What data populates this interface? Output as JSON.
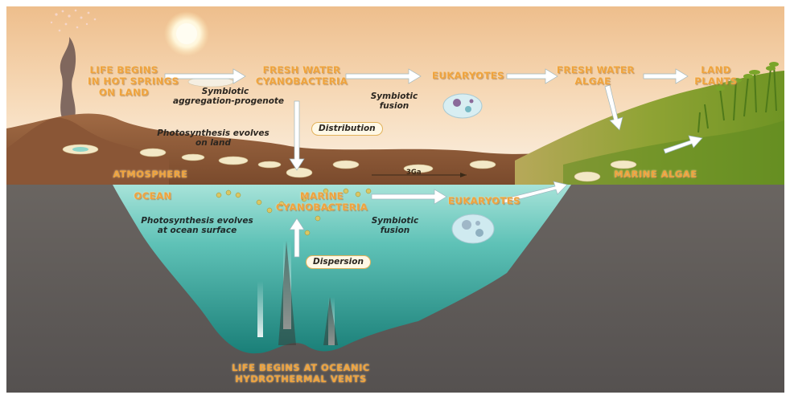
{
  "labels": {
    "life_hot_springs": [
      "LIFE BEGINS",
      "IN HOT SPRINGS",
      "ON LAND"
    ],
    "fresh_cyano": [
      "FRESH WATER",
      "CYANOBACTERIA"
    ],
    "eukaryotes_land": "EUKARYOTES",
    "fresh_algae": [
      "FRESH WATER",
      "ALGAE"
    ],
    "land_plants": [
      "LAND",
      "PLANTS"
    ],
    "atmosphere": "ATMOSPHERE",
    "marine_algae": "MARINE ALGAE",
    "ocean": "OCEAN",
    "marine_cyano": [
      "MARINE",
      "CYANOBACTERIA"
    ],
    "eukaryotes_ocean": "EUKARYOTES",
    "vents": [
      "LIFE BEGINS AT OCEANIC",
      "HYDROTHERMAL VENTS"
    ]
  },
  "notes": {
    "symbiotic_aggregation": [
      "Symbiotic",
      "aggregation-progenote"
    ],
    "symbiotic_fusion_land": [
      "Symbiotic",
      "fusion"
    ],
    "photosynthesis_land": [
      "Photosynthesis evolves",
      "on land"
    ],
    "photosynthesis_ocean": [
      "Photosynthesis evolves",
      "at ocean surface"
    ],
    "symbiotic_fusion_ocean": [
      "Symbiotic",
      "fusion"
    ],
    "distribution": "Distribution",
    "dispersion": "Dispersion",
    "time_marker": "3Ga"
  },
  "colors": {
    "label_orange": "#f0a33c",
    "sky_top": "#f1c999",
    "sky_bottom": "#fbeedd",
    "ocean_top": "#9fe0d6",
    "ocean_deep": "#1f8f86",
    "seafloor": "#5e5a55"
  }
}
